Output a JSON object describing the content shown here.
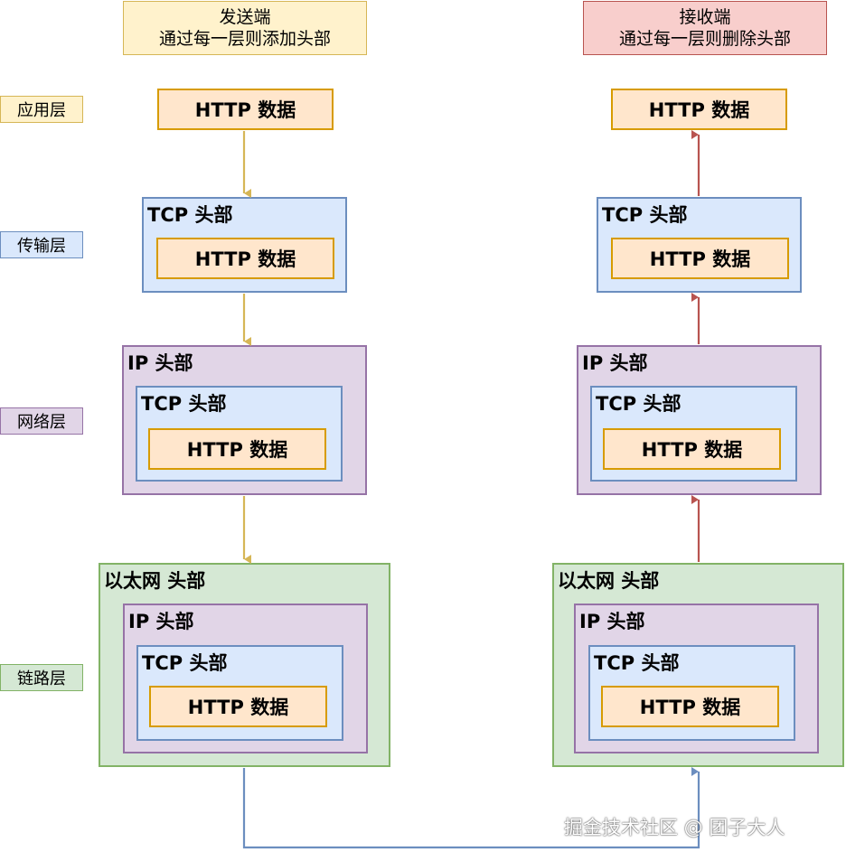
{
  "headers": {
    "sender": {
      "title": "发送端",
      "subtitle": "通过每一层则添加头部"
    },
    "receiver": {
      "title": "接收端",
      "subtitle": "通过每一层则删除头部"
    }
  },
  "layers": {
    "application": "应用层",
    "transport": "传输层",
    "network": "网络层",
    "link": "链路层"
  },
  "labels": {
    "http": "HTTP 数据",
    "tcp": "TCP 头部",
    "ip": "IP 头部",
    "eth": "以太网 头部"
  },
  "colors": {
    "sender_arrow": "#d6b656",
    "receiver_arrow": "#b85450",
    "transfer_arrow": "#6c8ebf"
  },
  "watermark": "掘金技术社区 @ 团子大人"
}
